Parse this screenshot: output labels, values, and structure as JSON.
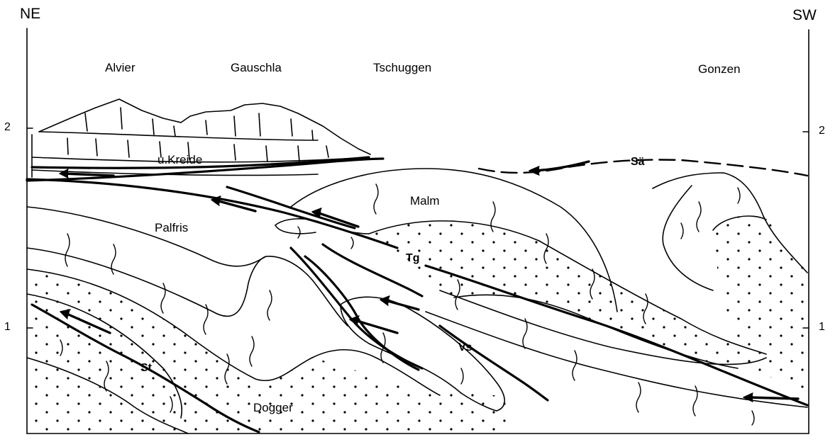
{
  "orientation": {
    "left": "NE",
    "right": "SW"
  },
  "peaks": [
    "Alvier",
    "Gauschla",
    "Tschuggen",
    "Gonzen"
  ],
  "units": {
    "kreide": "u.Kreide",
    "malm": "Malm",
    "palfris": "Palfris",
    "dogger": "Dogger"
  },
  "thrusts": {
    "sa": "Sä",
    "tg": "Tg",
    "vs": "Vs",
    "st": "St"
  },
  "scale": {
    "left": [
      "2",
      "1"
    ],
    "right": [
      "2",
      "1"
    ]
  },
  "colors": {
    "ink": "#000000",
    "paper": "#ffffff"
  }
}
